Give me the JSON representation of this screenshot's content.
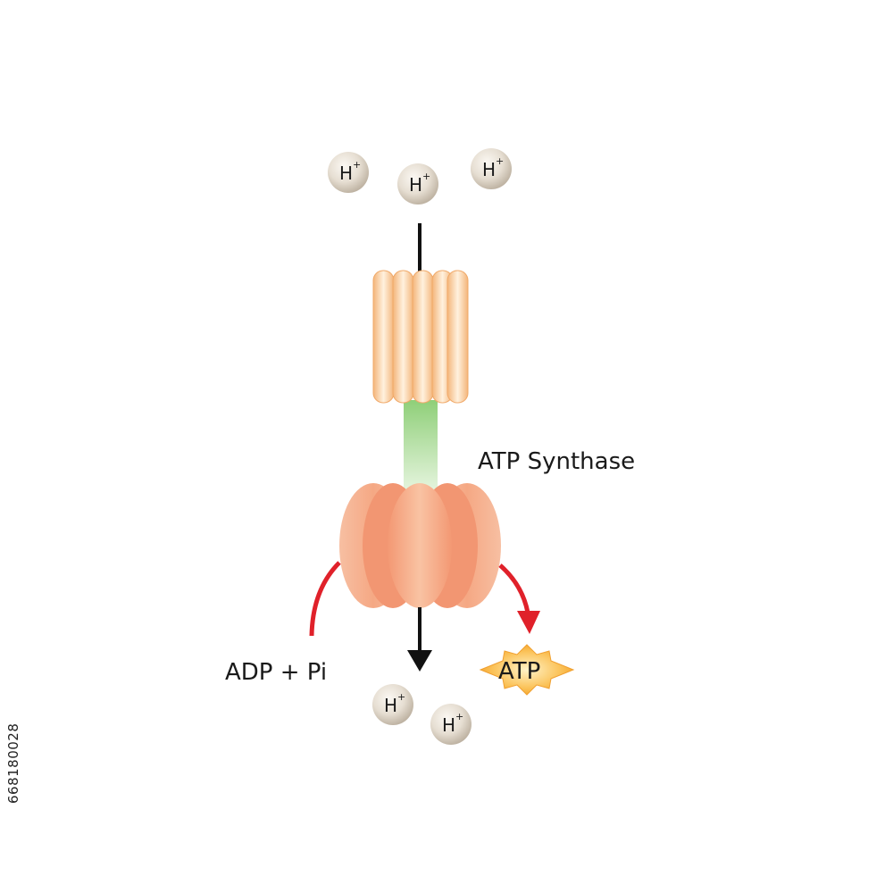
{
  "ions": {
    "symbol": "H",
    "charge": "+"
  },
  "labels": {
    "enzyme": "ATP Synthase",
    "reactants": "ADP + Pi",
    "product": "ATP"
  },
  "stock_id": "668180028",
  "colors": {
    "ion_fill": "#d9d0c4",
    "rotor_ring": "#f7c48e",
    "stalk": "#9fd48a",
    "head": "#f2a07e",
    "product_star": "#f5a623",
    "red_arrow": "#e0212a",
    "black_arrow": "#111111"
  }
}
